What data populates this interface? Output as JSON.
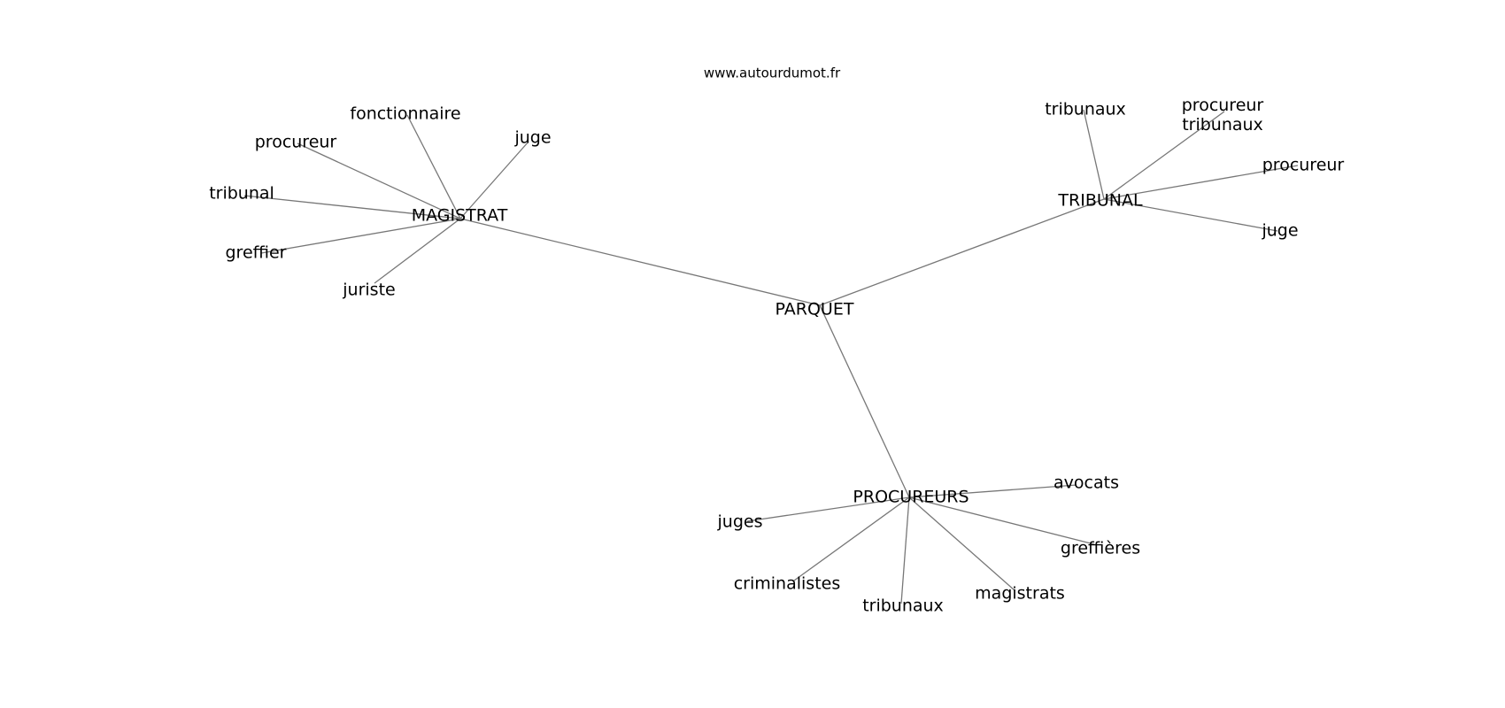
{
  "watermark": "www.autourdumot.fr",
  "nodes": [
    {
      "id": "parquet",
      "label": "PARQUET"
    },
    {
      "id": "magistrat",
      "label": "MAGISTRAT"
    },
    {
      "id": "tribunal-hub",
      "label": "TRIBUNAL"
    },
    {
      "id": "procureurs",
      "label": "PROCUREURS"
    },
    {
      "id": "m-fonctionnaire",
      "label": "fonctionnaire"
    },
    {
      "id": "m-procureur",
      "label": "procureur"
    },
    {
      "id": "m-juge",
      "label": "juge"
    },
    {
      "id": "m-tribunal",
      "label": "tribunal"
    },
    {
      "id": "m-greffier",
      "label": "greffier"
    },
    {
      "id": "m-juriste",
      "label": "juriste"
    },
    {
      "id": "t-tribunaux",
      "label": "tribunaux"
    },
    {
      "id": "t-procureur-tribunaux",
      "label": "procureur\ntribunaux"
    },
    {
      "id": "t-procureur",
      "label": "procureur"
    },
    {
      "id": "t-juge",
      "label": "juge"
    },
    {
      "id": "p-avocats",
      "label": "avocats"
    },
    {
      "id": "p-juges",
      "label": "juges"
    },
    {
      "id": "p-greffieres",
      "label": "greffières"
    },
    {
      "id": "p-criminalistes",
      "label": "criminalistes"
    },
    {
      "id": "p-tribunaux",
      "label": "tribunaux"
    },
    {
      "id": "p-magistrats",
      "label": "magistrats"
    }
  ],
  "edges": [
    [
      "parquet",
      "magistrat"
    ],
    [
      "parquet",
      "tribunal-hub"
    ],
    [
      "parquet",
      "procureurs"
    ],
    [
      "magistrat",
      "m-fonctionnaire"
    ],
    [
      "magistrat",
      "m-procureur"
    ],
    [
      "magistrat",
      "m-juge"
    ],
    [
      "magistrat",
      "m-tribunal"
    ],
    [
      "magistrat",
      "m-greffier"
    ],
    [
      "magistrat",
      "m-juriste"
    ],
    [
      "tribunal-hub",
      "t-tribunaux"
    ],
    [
      "tribunal-hub",
      "t-procureur-tribunaux"
    ],
    [
      "tribunal-hub",
      "t-procureur"
    ],
    [
      "tribunal-hub",
      "t-juge"
    ],
    [
      "procureurs",
      "p-avocats"
    ],
    [
      "procureurs",
      "p-juges"
    ],
    [
      "procureurs",
      "p-greffieres"
    ],
    [
      "procureurs",
      "p-criminalistes"
    ],
    [
      "procureurs",
      "p-tribunaux"
    ],
    [
      "procureurs",
      "p-magistrats"
    ]
  ]
}
